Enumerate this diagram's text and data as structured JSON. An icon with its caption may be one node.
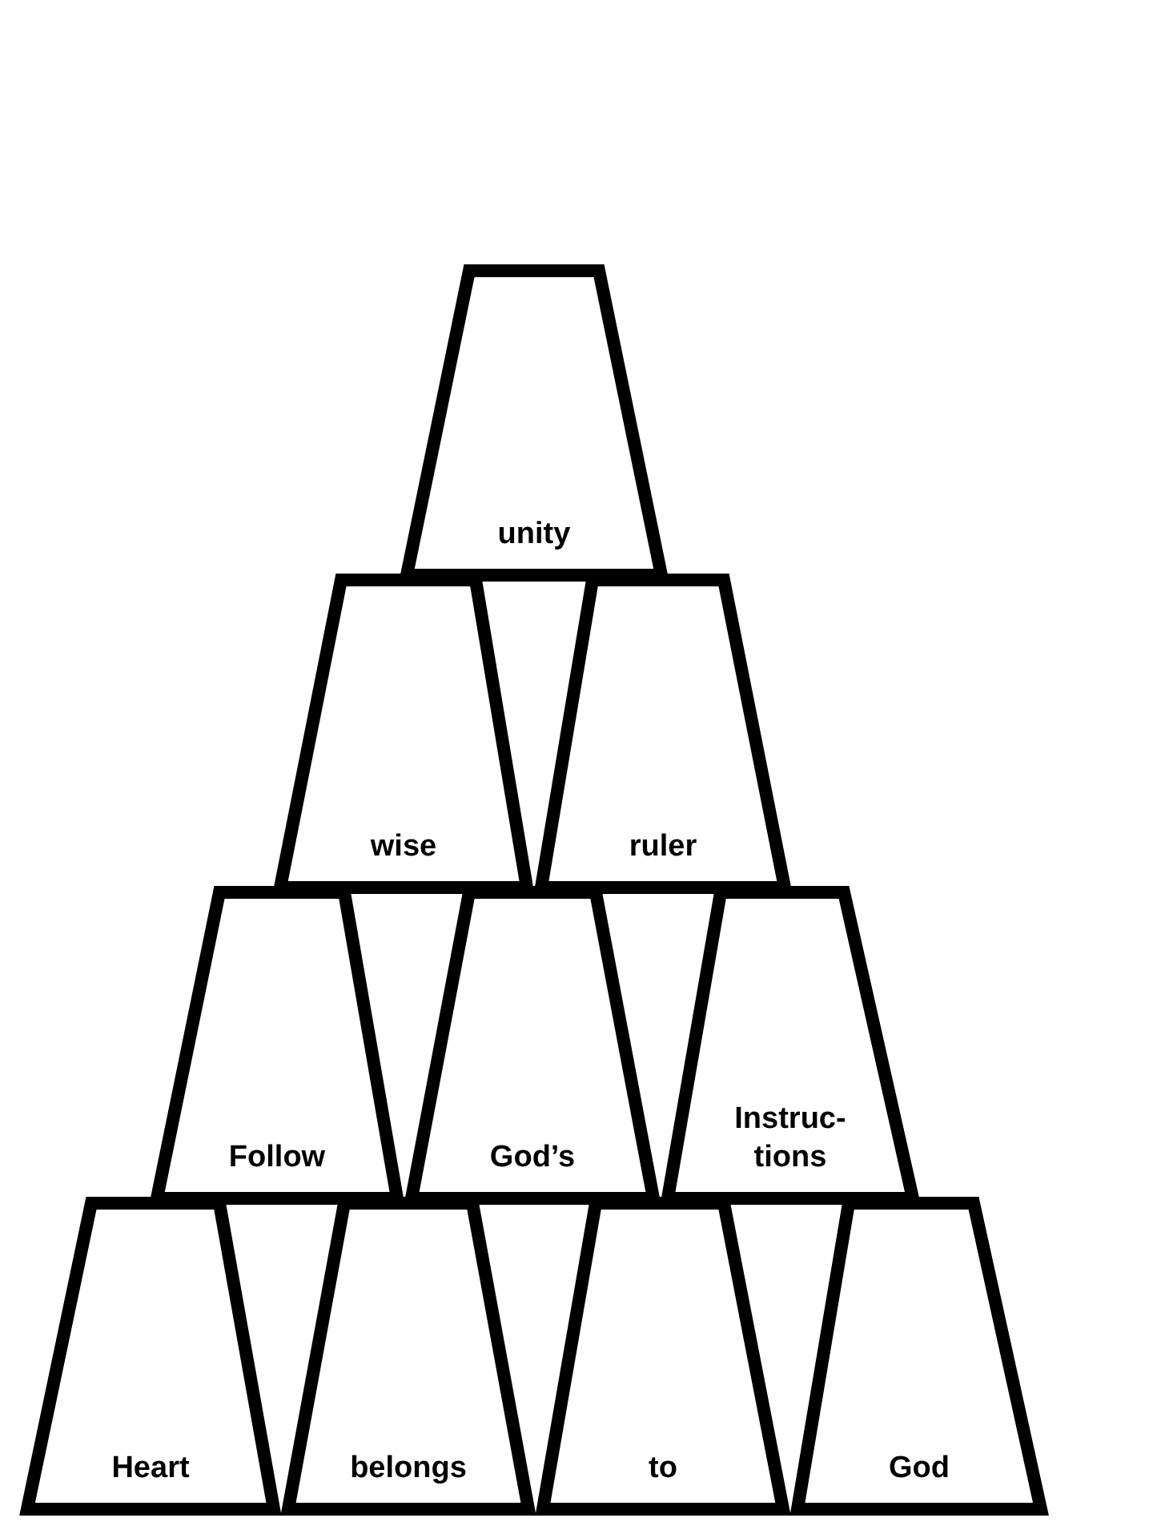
{
  "diagram": {
    "nodes": [
      {
        "text": [
          "unity"
        ]
      },
      {
        "text": [
          "wise"
        ]
      },
      {
        "text": [
          "ruler"
        ]
      },
      {
        "text": [
          "Follow"
        ]
      },
      {
        "text": [
          "God’s"
        ]
      },
      {
        "text": [
          "Instruc- tions"
        ]
      },
      {
        "text": [
          "Heart"
        ]
      },
      {
        "text": [
          "belongs"
        ]
      },
      {
        "text": [
          "to"
        ]
      },
      {
        "text": [
          "God"
        ]
      }
    ]
  }
}
